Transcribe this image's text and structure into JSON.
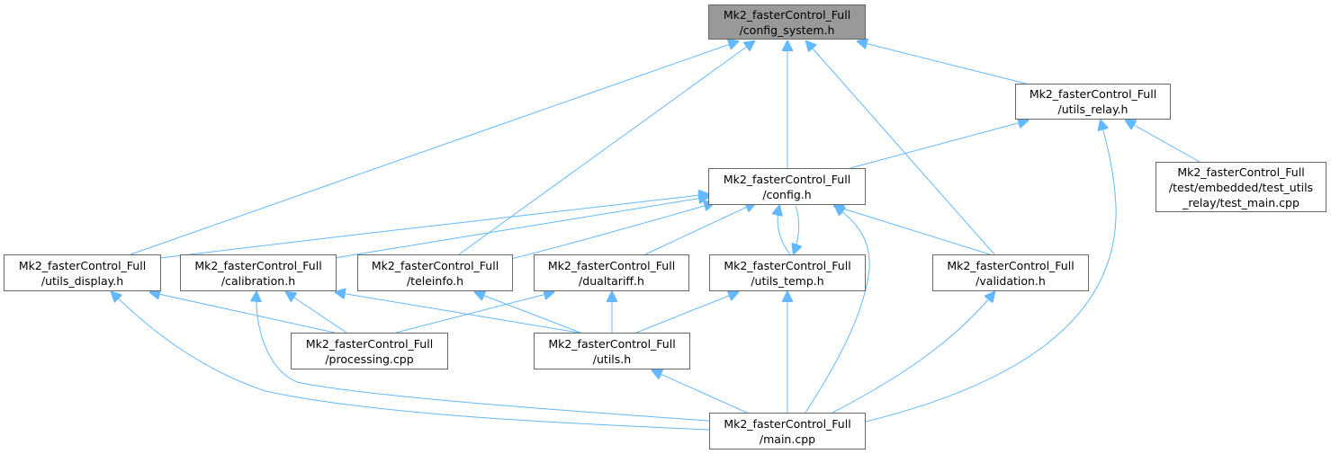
{
  "colors": {
    "edge": "#63b8ff",
    "node_border": "#666666",
    "root_fill": "#999999",
    "node_fill": "#ffffff"
  },
  "nodes": {
    "config_system": {
      "lines": [
        "Mk2_fasterControl_Full",
        "/config_system.h"
      ]
    },
    "utils_relay": {
      "lines": [
        "Mk2_fasterControl_Full",
        "/utils_relay.h"
      ]
    },
    "config": {
      "lines": [
        "Mk2_fasterControl_Full",
        "/config.h"
      ]
    },
    "test_main": {
      "lines": [
        "Mk2_fasterControl_Full",
        "/test/embedded/test_utils",
        "_relay/test_main.cpp"
      ]
    },
    "utils_display": {
      "lines": [
        "Mk2_fasterControl_Full",
        "/utils_display.h"
      ]
    },
    "calibration": {
      "lines": [
        "Mk2_fasterControl_Full",
        "/calibration.h"
      ]
    },
    "teleinfo": {
      "lines": [
        "Mk2_fasterControl_Full",
        "/teleinfo.h"
      ]
    },
    "dualtariff": {
      "lines": [
        "Mk2_fasterControl_Full",
        "/dualtariff.h"
      ]
    },
    "utils_temp": {
      "lines": [
        "Mk2_fasterControl_Full",
        "/utils_temp.h"
      ]
    },
    "validation": {
      "lines": [
        "Mk2_fasterControl_Full",
        "/validation.h"
      ]
    },
    "processing": {
      "lines": [
        "Mk2_fasterControl_Full",
        "/processing.cpp"
      ]
    },
    "utils": {
      "lines": [
        "Mk2_fasterControl_Full",
        "/utils.h"
      ]
    },
    "main": {
      "lines": [
        "Mk2_fasterControl_Full",
        "/main.cpp"
      ]
    }
  },
  "edges": [
    [
      "utils_relay",
      "config_system"
    ],
    [
      "config",
      "config_system"
    ],
    [
      "utils_display",
      "config_system"
    ],
    [
      "teleinfo",
      "config_system"
    ],
    [
      "validation",
      "config_system"
    ],
    [
      "config",
      "utils_relay"
    ],
    [
      "test_main",
      "utils_relay"
    ],
    [
      "main",
      "utils_relay"
    ],
    [
      "utils_display",
      "config"
    ],
    [
      "calibration",
      "config"
    ],
    [
      "teleinfo",
      "config"
    ],
    [
      "dualtariff",
      "config"
    ],
    [
      "utils_temp",
      "config"
    ],
    [
      "config",
      "utils_temp"
    ],
    [
      "validation",
      "config"
    ],
    [
      "main",
      "config"
    ],
    [
      "processing",
      "utils_display"
    ],
    [
      "main",
      "utils_display"
    ],
    [
      "processing",
      "calibration"
    ],
    [
      "utils",
      "calibration"
    ],
    [
      "main",
      "calibration"
    ],
    [
      "utils",
      "teleinfo"
    ],
    [
      "processing",
      "dualtariff"
    ],
    [
      "utils",
      "dualtariff"
    ],
    [
      "utils",
      "utils_temp"
    ],
    [
      "main",
      "utils_temp"
    ],
    [
      "main",
      "validation"
    ],
    [
      "main",
      "utils"
    ]
  ]
}
